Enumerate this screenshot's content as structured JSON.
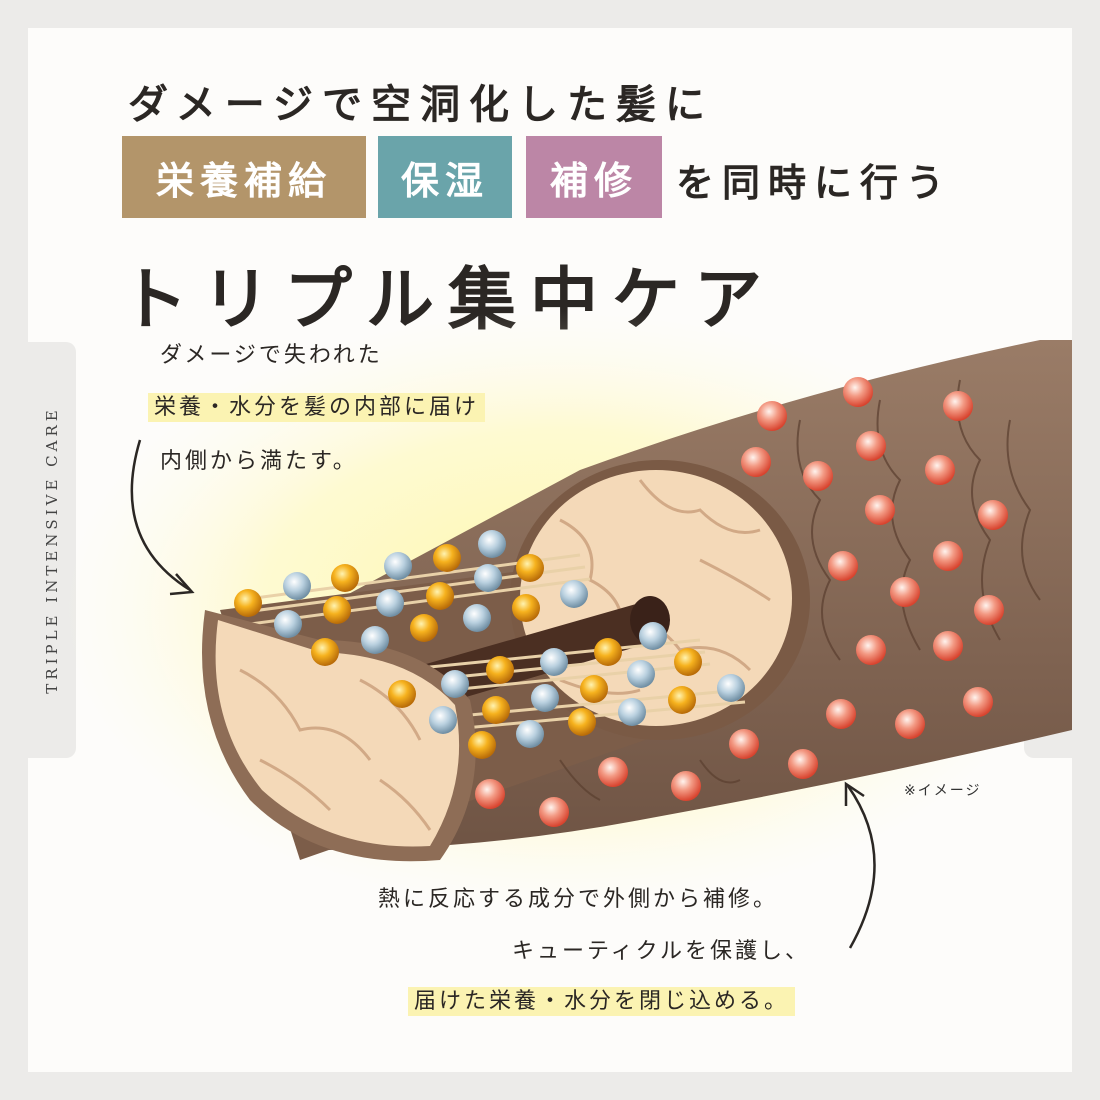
{
  "headline": "ダメージで空洞化した髪に",
  "tags": [
    {
      "label": "栄養補給",
      "color": "#b3956a"
    },
    {
      "label": "保湿",
      "color": "#6aa4aa"
    },
    {
      "label": "補修",
      "color": "#bc86a6"
    }
  ],
  "tagline": "を同時に行う",
  "main_title": "トリプル集中ケア",
  "side_label": "TRIPLE INTENSIVE CARE",
  "upper_text": {
    "line1": "ダメージで失われた",
    "line2": "栄養・水分を髪の内部に届け",
    "line3": "内側から満たす。"
  },
  "lower_text": {
    "line1": "熱に反応する成分で外側から補修。",
    "line2": "キューティクルを保護し、",
    "line3": "届けた栄養・水分を閉じ込める。"
  },
  "note": "※イメージ",
  "colors": {
    "background": "#ecebe9",
    "card": "#fdfcfa",
    "highlight": "#fbf3b2",
    "hair_outer": "#8a6c58",
    "hair_inner": "#f4d9b8",
    "nutrition_bead": "#f2a91c",
    "moisture_bead": "#a9c4d6",
    "repair_bead": "#f07a68"
  },
  "icons": [
    "hair-cross-section-illustration",
    "curved-arrow-icon"
  ]
}
